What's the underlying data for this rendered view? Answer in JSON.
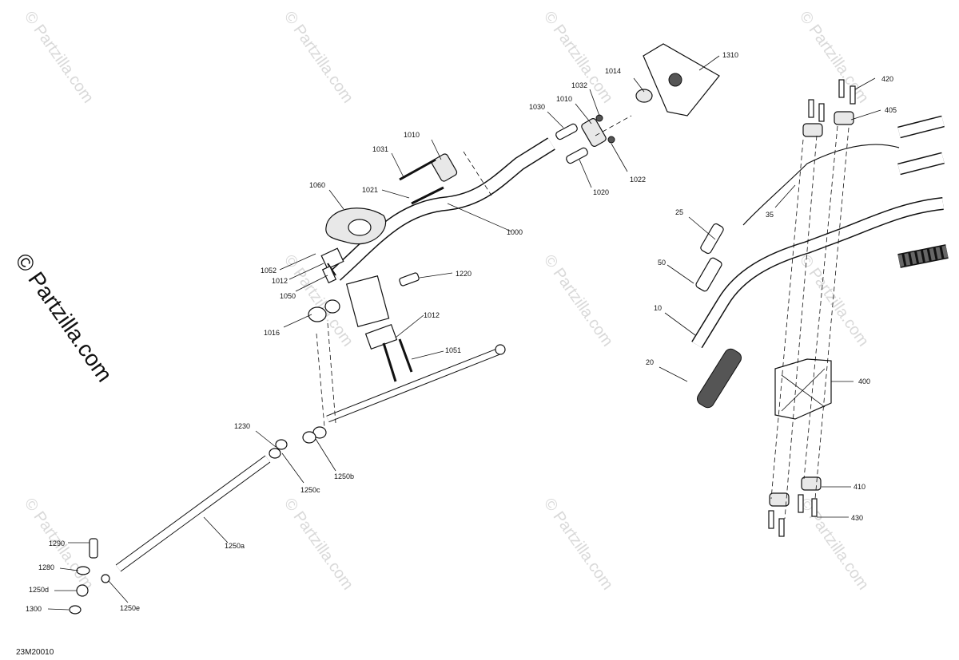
{
  "watermark": {
    "text": "© Partzilla.com",
    "large_text": "© Partzilla.com"
  },
  "diagram_code": "23M20010",
  "labels": [
    {
      "id": "1310",
      "text": "1310"
    },
    {
      "id": "1014",
      "text": "1014"
    },
    {
      "id": "1032",
      "text": "1032"
    },
    {
      "id": "1010a",
      "text": "1010"
    },
    {
      "id": "1030",
      "text": "1030"
    },
    {
      "id": "1022",
      "text": "1022"
    },
    {
      "id": "1020",
      "text": "1020"
    },
    {
      "id": "1010b",
      "text": "1010"
    },
    {
      "id": "1031",
      "text": "1031"
    },
    {
      "id": "1021",
      "text": "1021"
    },
    {
      "id": "1000",
      "text": "1000"
    },
    {
      "id": "1060",
      "text": "1060"
    },
    {
      "id": "1052",
      "text": "1052"
    },
    {
      "id": "1012a",
      "text": "1012"
    },
    {
      "id": "1050",
      "text": "1050"
    },
    {
      "id": "1220",
      "text": "1220"
    },
    {
      "id": "1016",
      "text": "1016"
    },
    {
      "id": "1012b",
      "text": "1012"
    },
    {
      "id": "1051",
      "text": "1051"
    },
    {
      "id": "1230",
      "text": "1230"
    },
    {
      "id": "1250b",
      "text": "1250b"
    },
    {
      "id": "1250c",
      "text": "1250c"
    },
    {
      "id": "1250a",
      "text": "1250a"
    },
    {
      "id": "1290",
      "text": "1290"
    },
    {
      "id": "1280",
      "text": "1280"
    },
    {
      "id": "1250d",
      "text": "1250d"
    },
    {
      "id": "1300",
      "text": "1300"
    },
    {
      "id": "1250e",
      "text": "1250e"
    },
    {
      "id": "420",
      "text": "420"
    },
    {
      "id": "405",
      "text": "405"
    },
    {
      "id": "35",
      "text": "35"
    },
    {
      "id": "25",
      "text": "25"
    },
    {
      "id": "50",
      "text": "50"
    },
    {
      "id": "10",
      "text": "10"
    },
    {
      "id": "20",
      "text": "20"
    },
    {
      "id": "400",
      "text": "400"
    },
    {
      "id": "410",
      "text": "410"
    },
    {
      "id": "430",
      "text": "430"
    }
  ]
}
